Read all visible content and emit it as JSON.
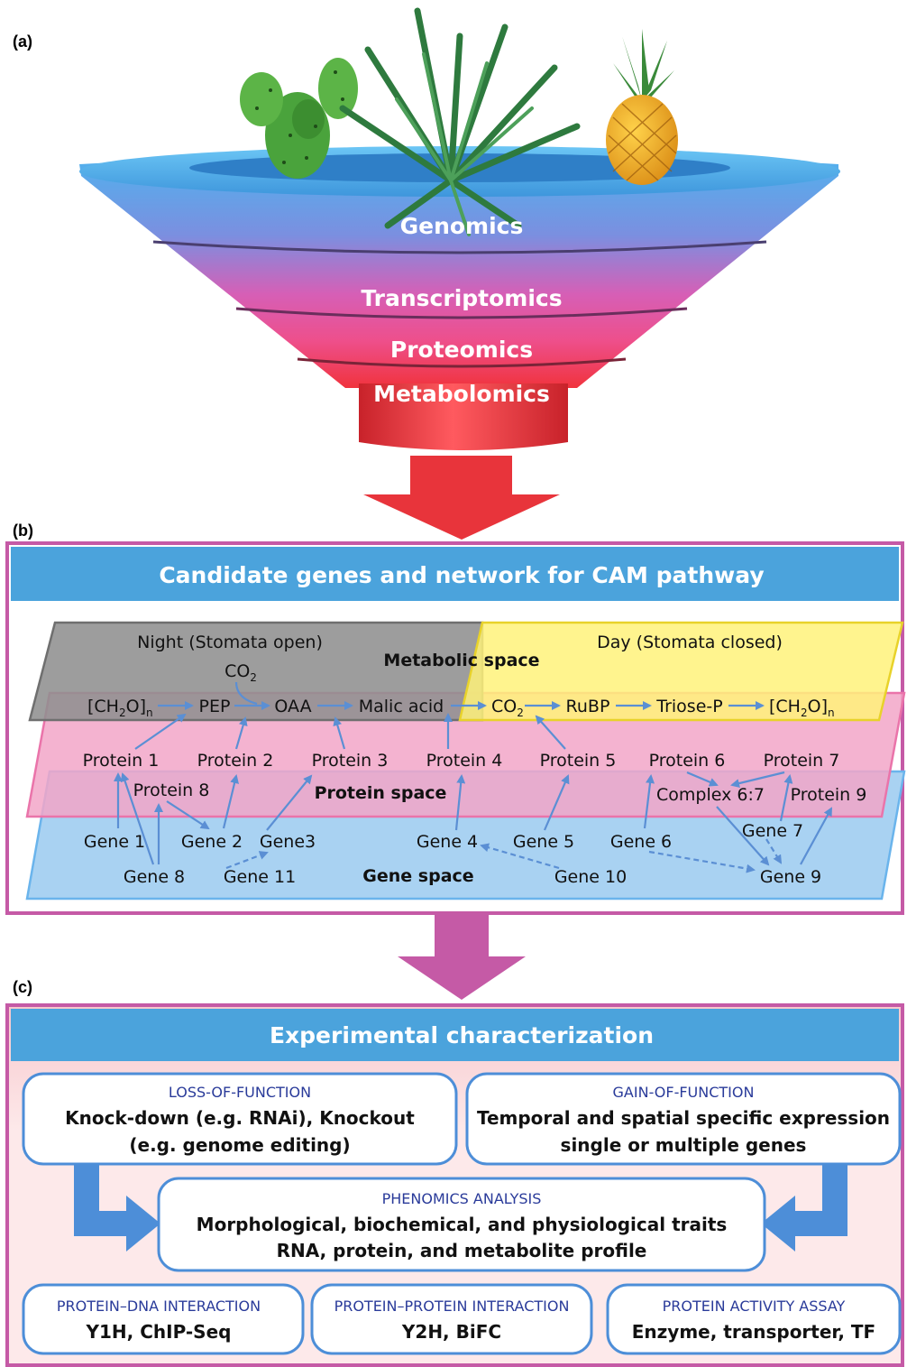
{
  "panel_labels": {
    "a": "(a)",
    "b": "(b)",
    "c": "(c)"
  },
  "funnel": {
    "layers": [
      "Genomics",
      "Transcriptomics",
      "Proteomics",
      "Metabolomics"
    ],
    "plants": [
      "cactus",
      "agave",
      "pineapple"
    ]
  },
  "panel_b": {
    "header": "Candidate genes and network for CAM pathway",
    "spaces": {
      "metabolic": "Metabolic space",
      "protein": "Protein space",
      "gene": "Gene space"
    },
    "night": "Night (Stomata open)",
    "day": "Day (Stomata closed)",
    "metabolites": {
      "co2_top": "CO",
      "co2_top_sub": "2",
      "ch2o_left": "[CH",
      "ch2o_left_sub": "2",
      "ch2o_left_end": "O]",
      "ch2o_left_n": "n",
      "pep": "PEP",
      "oaa": "OAA",
      "malic": "Malic acid",
      "co2_mid": "CO",
      "co2_mid_sub": "2",
      "rubp": "RuBP",
      "triose": "Triose-P",
      "ch2o_right": "[CH",
      "ch2o_right_sub": "2",
      "ch2o_right_end": "O]",
      "ch2o_right_n": "n"
    },
    "proteins": {
      "p1": "Protein 1",
      "p2": "Protein 2",
      "p3": "Protein 3",
      "p4": "Protein 4",
      "p5": "Protein 5",
      "p6": "Protein 6",
      "p7": "Protein 7",
      "p8": "Protein 8",
      "p9": "Protein 9",
      "complex": "Complex 6:7"
    },
    "genes": {
      "g1": "Gene 1",
      "g2": "Gene 2",
      "g3": "Gene3",
      "g4": "Gene 4",
      "g5": "Gene 5",
      "g6": "Gene 6",
      "g7": "Gene 7",
      "g8": "Gene 8",
      "g9": "Gene 9",
      "g10": "Gene 10",
      "g11": "Gene 11"
    }
  },
  "panel_c": {
    "header": "Experimental characterization",
    "loss": {
      "title": "LOSS-OF-FUNCTION",
      "line1": "Knock-down (e.g. RNAi), Knockout",
      "line2": "(e.g. genome editing)"
    },
    "gain": {
      "title": "GAIN-OF-FUNCTION",
      "line1": "Temporal and spatial specific expression",
      "line2": "single or multiple genes"
    },
    "phenomics": {
      "title": "PHENOMICS ANALYSIS",
      "line1": "Morphological, biochemical, and physiological traits",
      "line2": "RNA, protein, and metabolite  profile"
    },
    "pdi": {
      "title": "PROTEIN–DNA INTERACTION",
      "line1": "Y1H, ChIP-Seq"
    },
    "ppi": {
      "title": "PROTEIN–PROTEIN INTERACTION",
      "line1": "Y2H, BiFC"
    },
    "paa": {
      "title": "PROTEIN ACTIVITY ASSAY",
      "line1": "Enzyme, transporter, TF"
    }
  },
  "colors": {
    "header_blue": "#4ba3dc",
    "frame_magenta": "#c55aa6",
    "arrow_blue": "#5b8fd4",
    "down_arrow_red": "#e8343b",
    "down_arrow_magenta": "#c55aa6",
    "metabolic_gray": "#8f8f8f",
    "day_yellow": "#fff27a",
    "protein_pink": "#f2a6c8",
    "gene_blue": "#a9d2f2"
  }
}
